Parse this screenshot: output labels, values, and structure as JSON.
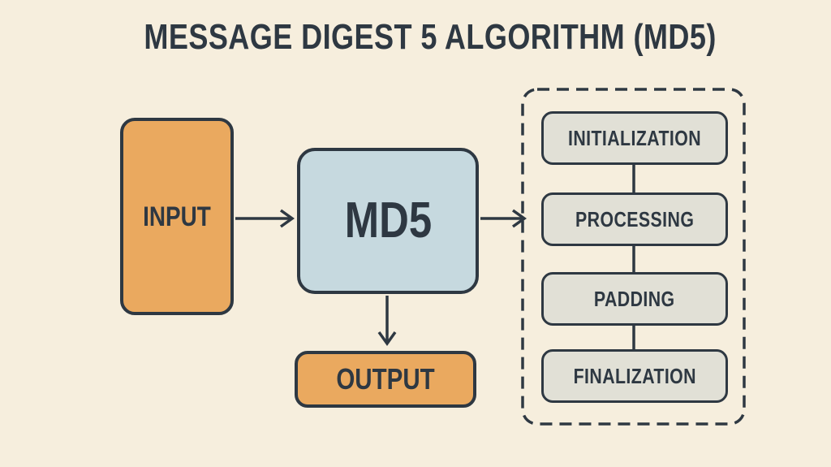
{
  "title": "MESSAGE DIGEST 5 ALGORITHM (MD5)",
  "colors": {
    "background": "#f6eedd",
    "ink": "#2e3842",
    "input_output_fill": "#eaa95f",
    "md5_fill": "#c6d9df",
    "stage_fill": "#e1e0d6"
  },
  "nodes": {
    "input": {
      "label": "INPUT"
    },
    "md5": {
      "label": "MD5"
    },
    "output": {
      "label": "OUTPUT"
    }
  },
  "stages": {
    "items": [
      {
        "label": "INITIALIZATION"
      },
      {
        "label": "PROCESSING"
      },
      {
        "label": "PADDING"
      },
      {
        "label": "FINALIZATION"
      }
    ]
  }
}
